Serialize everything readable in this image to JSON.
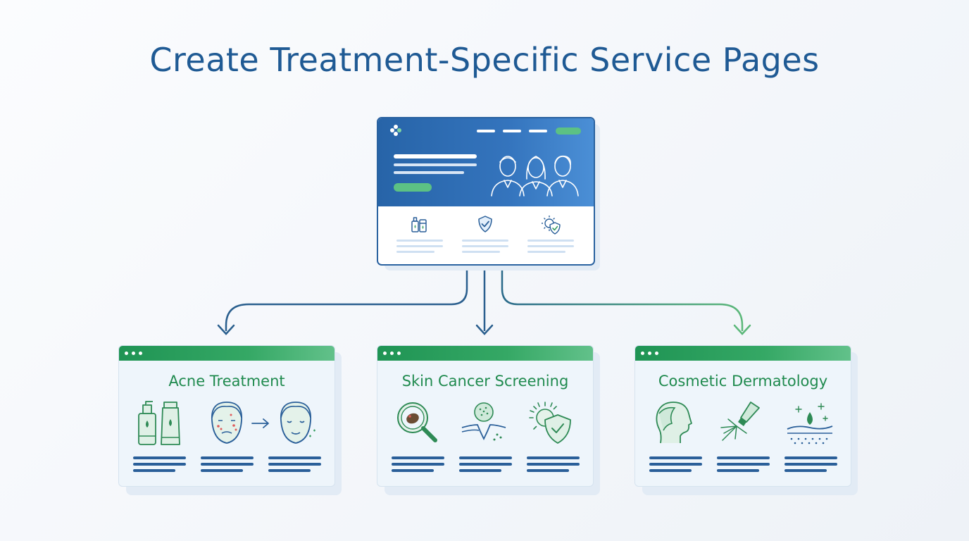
{
  "title": "Create Treatment-Specific Service Pages",
  "colors": {
    "primary_blue": "#1f5a94",
    "window_blue": "#2764a8",
    "accent_green": "#2e9e5b",
    "card_bg": "#eef5fb"
  },
  "main_page": {
    "icons": [
      "brand-logo-icon",
      "doctors-team-icon",
      "skincare-products-icon",
      "shield-check-icon",
      "sun-shield-icon"
    ]
  },
  "cards": [
    {
      "title": "Acne Treatment",
      "icons": [
        "skincare-bottles-icon",
        "acne-face-icon",
        "arrow-right-icon",
        "clear-face-icon"
      ]
    },
    {
      "title": "Skin Cancer Screening",
      "icons": [
        "magnifier-mole-icon",
        "skin-cell-icon",
        "sun-protection-shield-icon"
      ]
    },
    {
      "title": "Cosmetic Dermatology",
      "icons": [
        "head-profile-icon",
        "laser-pen-icon",
        "skin-layer-drop-icon"
      ]
    }
  ]
}
